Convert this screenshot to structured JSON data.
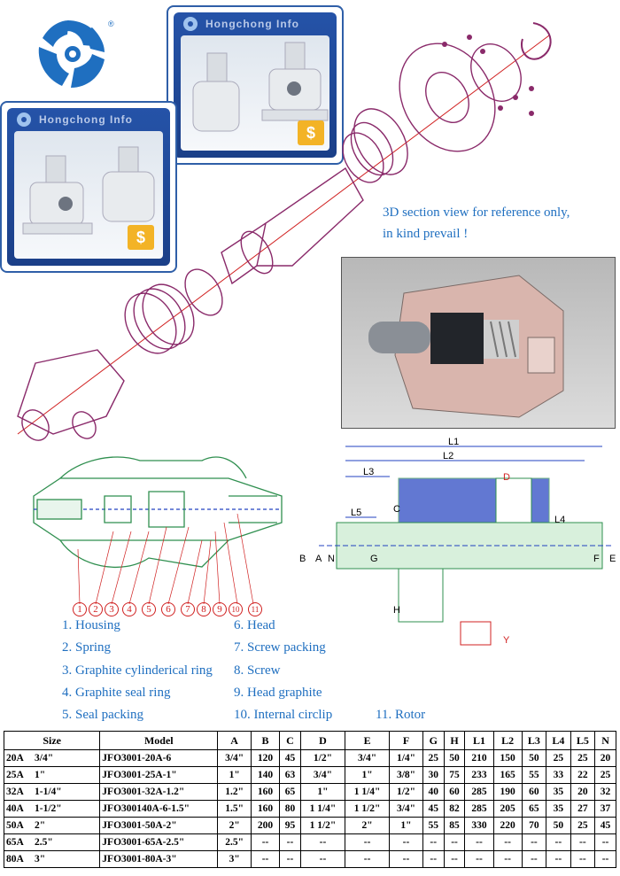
{
  "branding": {
    "card_title": "Hongchong Info",
    "price_symbol": "$",
    "registered_mark": "®"
  },
  "note": {
    "line1": "3D  section view for reference only,",
    "line2": "in kind prevail !"
  },
  "dimension_labels": [
    "L1",
    "L2",
    "L3",
    "L5",
    "L4",
    "D",
    "C",
    "B",
    "A",
    "N",
    "G",
    "F",
    "E",
    "H",
    "Y"
  ],
  "callout_numbers": [
    "1",
    "2",
    "3",
    "4",
    "5",
    "6",
    "7",
    "8",
    "9",
    "10",
    "11"
  ],
  "parts": [
    {
      "label": "1. Housing"
    },
    {
      "label": "6. Head"
    },
    {
      "label": "2. Spring"
    },
    {
      "label": "7. Screw packing"
    },
    {
      "label": "3. Graphite cylinderical ring"
    },
    {
      "label": "8. Screw"
    },
    {
      "label": "4. Graphite seal ring"
    },
    {
      "label": "9. Head graphite"
    },
    {
      "label": "5. Seal packing"
    },
    {
      "label": "10. Internal circlip"
    },
    {
      "label": "11. Rotor"
    }
  ],
  "table": {
    "headers": [
      "Size",
      "Model",
      "A",
      "B",
      "C",
      "D",
      "E",
      "F",
      "G",
      "H",
      "L1",
      "L2",
      "L3",
      "L4",
      "L5",
      "N"
    ],
    "rows": [
      [
        "20A",
        "3/4\"",
        "JFO3001-20A-6",
        "3/4\"",
        "120",
        "45",
        "1/2\"",
        "3/4\"",
        "1/4\"",
        "25",
        "50",
        "210",
        "150",
        "50",
        "25",
        "25",
        "20"
      ],
      [
        "25A",
        "1\"",
        "JFO3001-25A-1\"",
        "1\"",
        "140",
        "63",
        "3/4\"",
        "1\"",
        "3/8\"",
        "30",
        "75",
        "233",
        "165",
        "55",
        "33",
        "22",
        "25"
      ],
      [
        "32A",
        "1-1/4\"",
        "JFO3001-32A-1.2\"",
        "1.2\"",
        "160",
        "65",
        "1\"",
        "1 1/4\"",
        "1/2\"",
        "40",
        "60",
        "285",
        "190",
        "60",
        "35",
        "20",
        "32"
      ],
      [
        "40A",
        "1-1/2\"",
        "JFO300140A-6-1.5\"",
        "1.5\"",
        "160",
        "80",
        "1 1/4\"",
        "1 1/2\"",
        "3/4\"",
        "45",
        "82",
        "285",
        "205",
        "65",
        "35",
        "27",
        "37"
      ],
      [
        "50A",
        "2\"",
        "JFO3001-50A-2\"",
        "2\"",
        "200",
        "95",
        "1 1/2\"",
        "2\"",
        "1\"",
        "55",
        "85",
        "330",
        "220",
        "70",
        "50",
        "25",
        "45"
      ],
      [
        "65A",
        "2.5\"",
        "JFO3001-65A-2.5\"",
        "2.5\"",
        "--",
        "--",
        "--",
        "--",
        "--",
        "--",
        "--",
        "--",
        "--",
        "--",
        "--",
        "--",
        "--"
      ],
      [
        "80A",
        "3\"",
        "JFO3001-80A-3\"",
        "3\"",
        "--",
        "--",
        "--",
        "--",
        "--",
        "--",
        "--",
        "--",
        "--",
        "--",
        "--",
        "--",
        "--"
      ]
    ]
  },
  "colors": {
    "brand_blue": "#1f6fc0",
    "drawing_purple": "#8a2a6a",
    "drawing_green": "#2f8f4f",
    "drawing_red": "#d02020",
    "drawing_blue": "#2040c0"
  }
}
